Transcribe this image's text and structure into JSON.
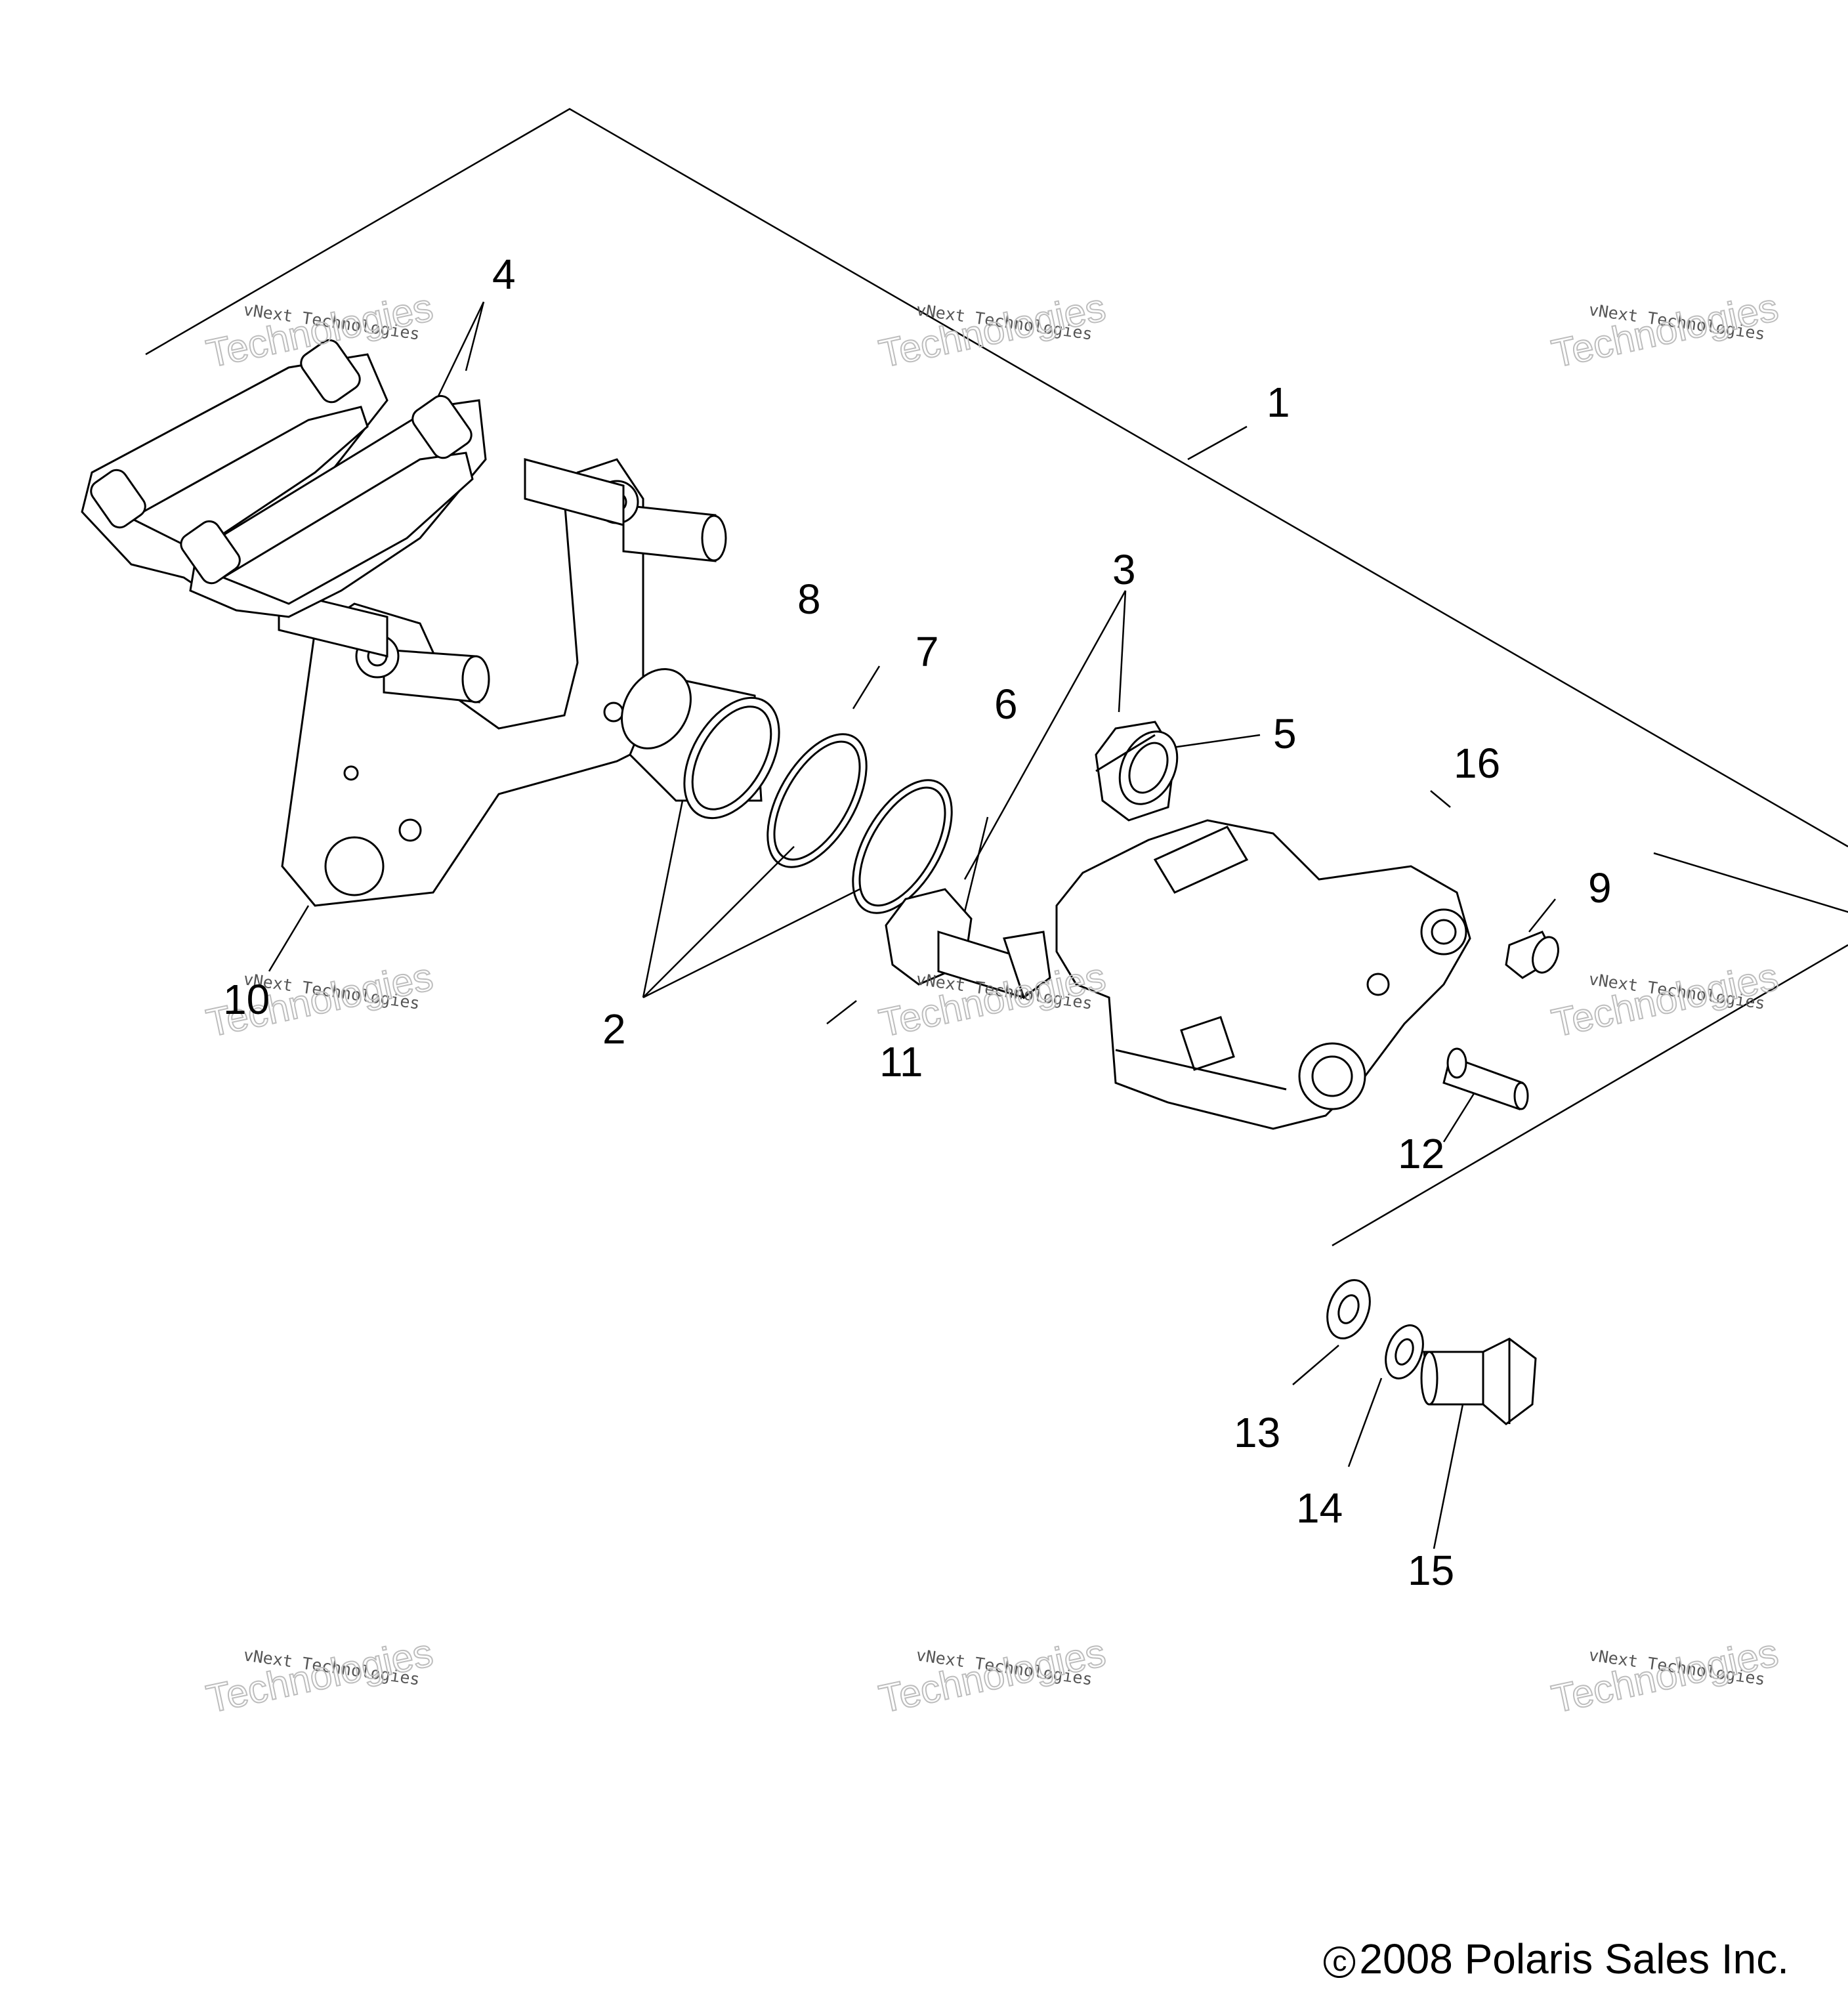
{
  "watermarks": [
    {
      "small": "vNext Technologies",
      "big": "Technologies"
    },
    {
      "small": "vNext Technologies",
      "big": "Technologies"
    },
    {
      "small": "vNext Technologies",
      "big": "Technologies"
    },
    {
      "small": "vNext Technologies",
      "big": "Technologies"
    },
    {
      "small": "vNext Technologies",
      "big": "Technologies"
    },
    {
      "small": "vNext Technologies",
      "big": "Technologies"
    },
    {
      "small": "vNext Technologies",
      "big": "Technologies"
    },
    {
      "small": "vNext Technologies",
      "big": "Technologies"
    },
    {
      "small": "vNext Technologies",
      "big": "Technologies"
    }
  ],
  "callouts": [
    "1",
    "2",
    "3",
    "4",
    "5",
    "6",
    "7",
    "8",
    "9",
    "10",
    "11",
    "12",
    "13",
    "14",
    "15",
    "16"
  ],
  "copyright": {
    "symbol": "c",
    "text": "2008 Polaris Sales Inc."
  }
}
